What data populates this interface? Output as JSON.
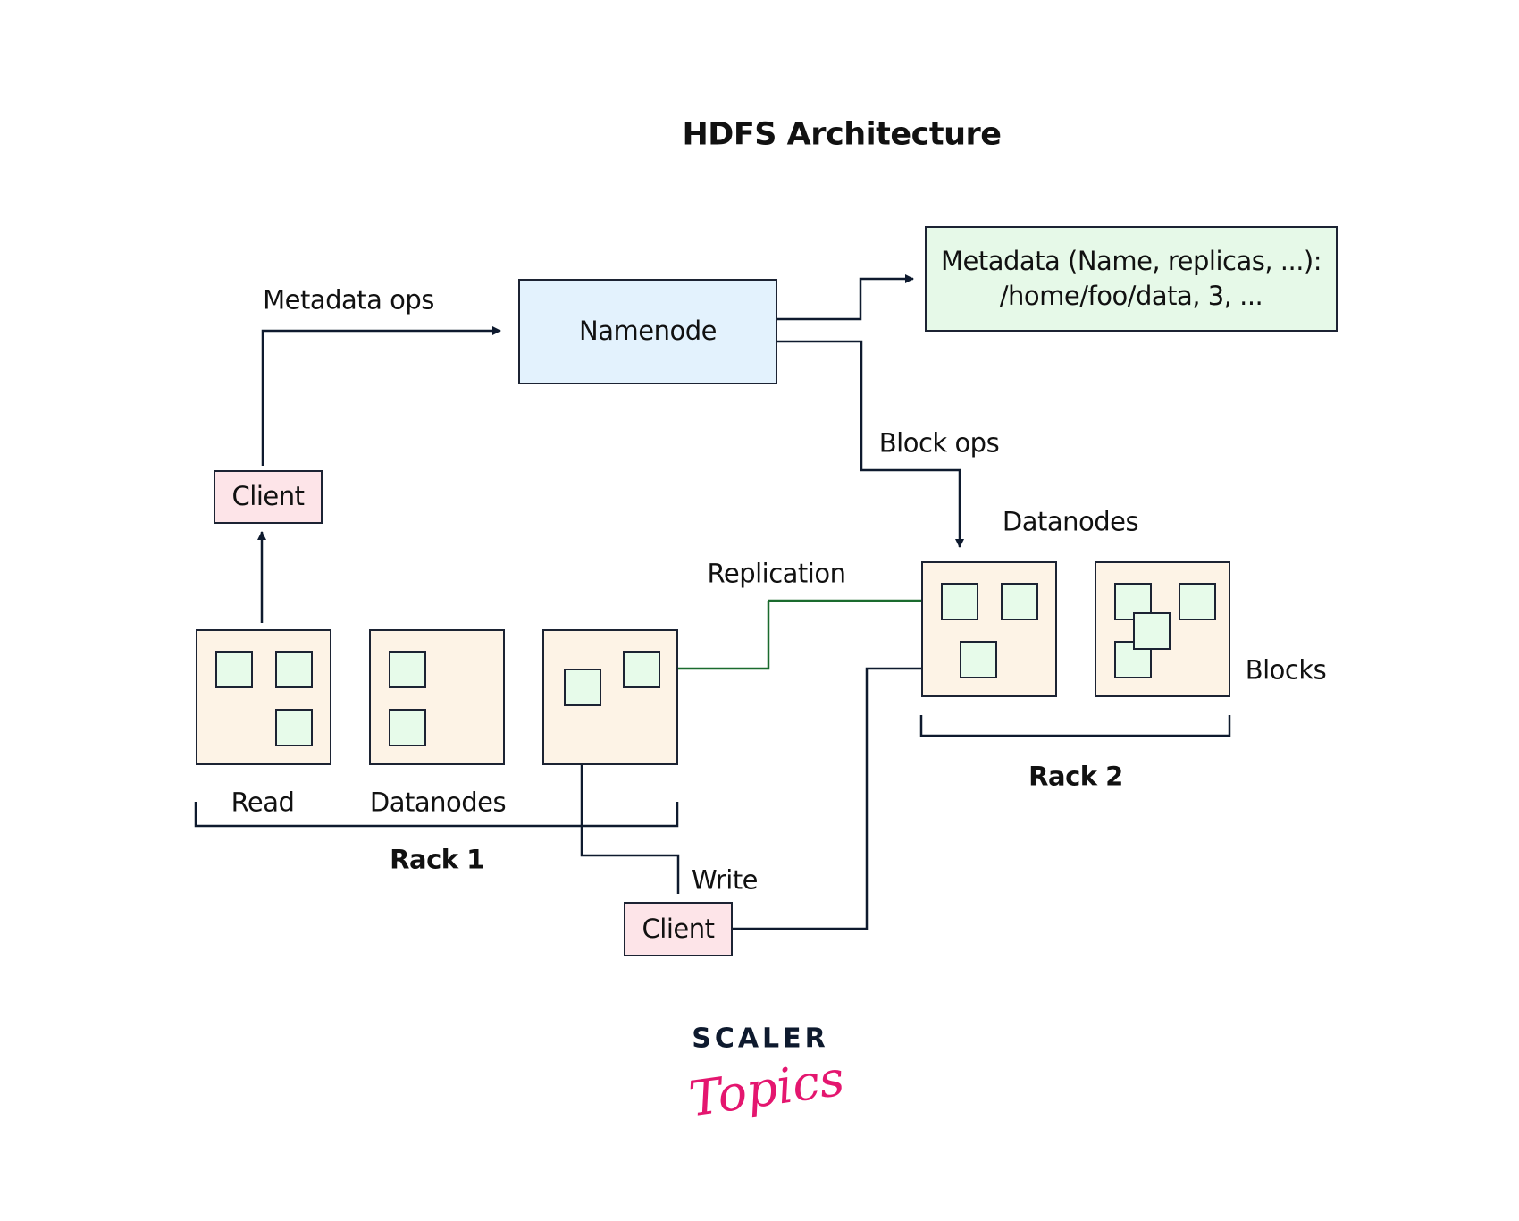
{
  "title": "HDFS Architecture",
  "nodes": {
    "namenode": "Namenode",
    "metadata_line1": "Metadata (Name, replicas, ...):",
    "metadata_line2": "/home/foo/data, 3, ...",
    "client_read": "Client",
    "client_write": "Client"
  },
  "edge_labels": {
    "metadata_ops": "Metadata ops",
    "block_ops": "Block ops",
    "replication": "Replication",
    "read": "Read",
    "write": "Write"
  },
  "labels": {
    "datanodes_rack1": "Datanodes",
    "datanodes_rack2": "Datanodes",
    "blocks": "Blocks",
    "rack1": "Rack 1",
    "rack2": "Rack 2"
  },
  "racks": [
    {
      "name": "Rack 1",
      "datanodes": [
        {
          "blocks": 3
        },
        {
          "blocks": 2
        },
        {
          "blocks": 2
        }
      ]
    },
    {
      "name": "Rack 2",
      "datanodes": [
        {
          "blocks": 3
        },
        {
          "blocks": 4
        }
      ]
    }
  ],
  "colors": {
    "line": "#0e1a2e",
    "replication": "#1a6b2e",
    "namenode_fill": "#e3f2fd",
    "metadata_fill": "#e6f9e8",
    "client_fill": "#fde4e8",
    "datanode_fill": "#fdf3e6",
    "block_fill": "#e7fbea",
    "logo_dark": "#0e1a2e",
    "logo_pink": "#e4166f"
  },
  "logo": {
    "top": "SCALER",
    "bottom": "Topics"
  }
}
